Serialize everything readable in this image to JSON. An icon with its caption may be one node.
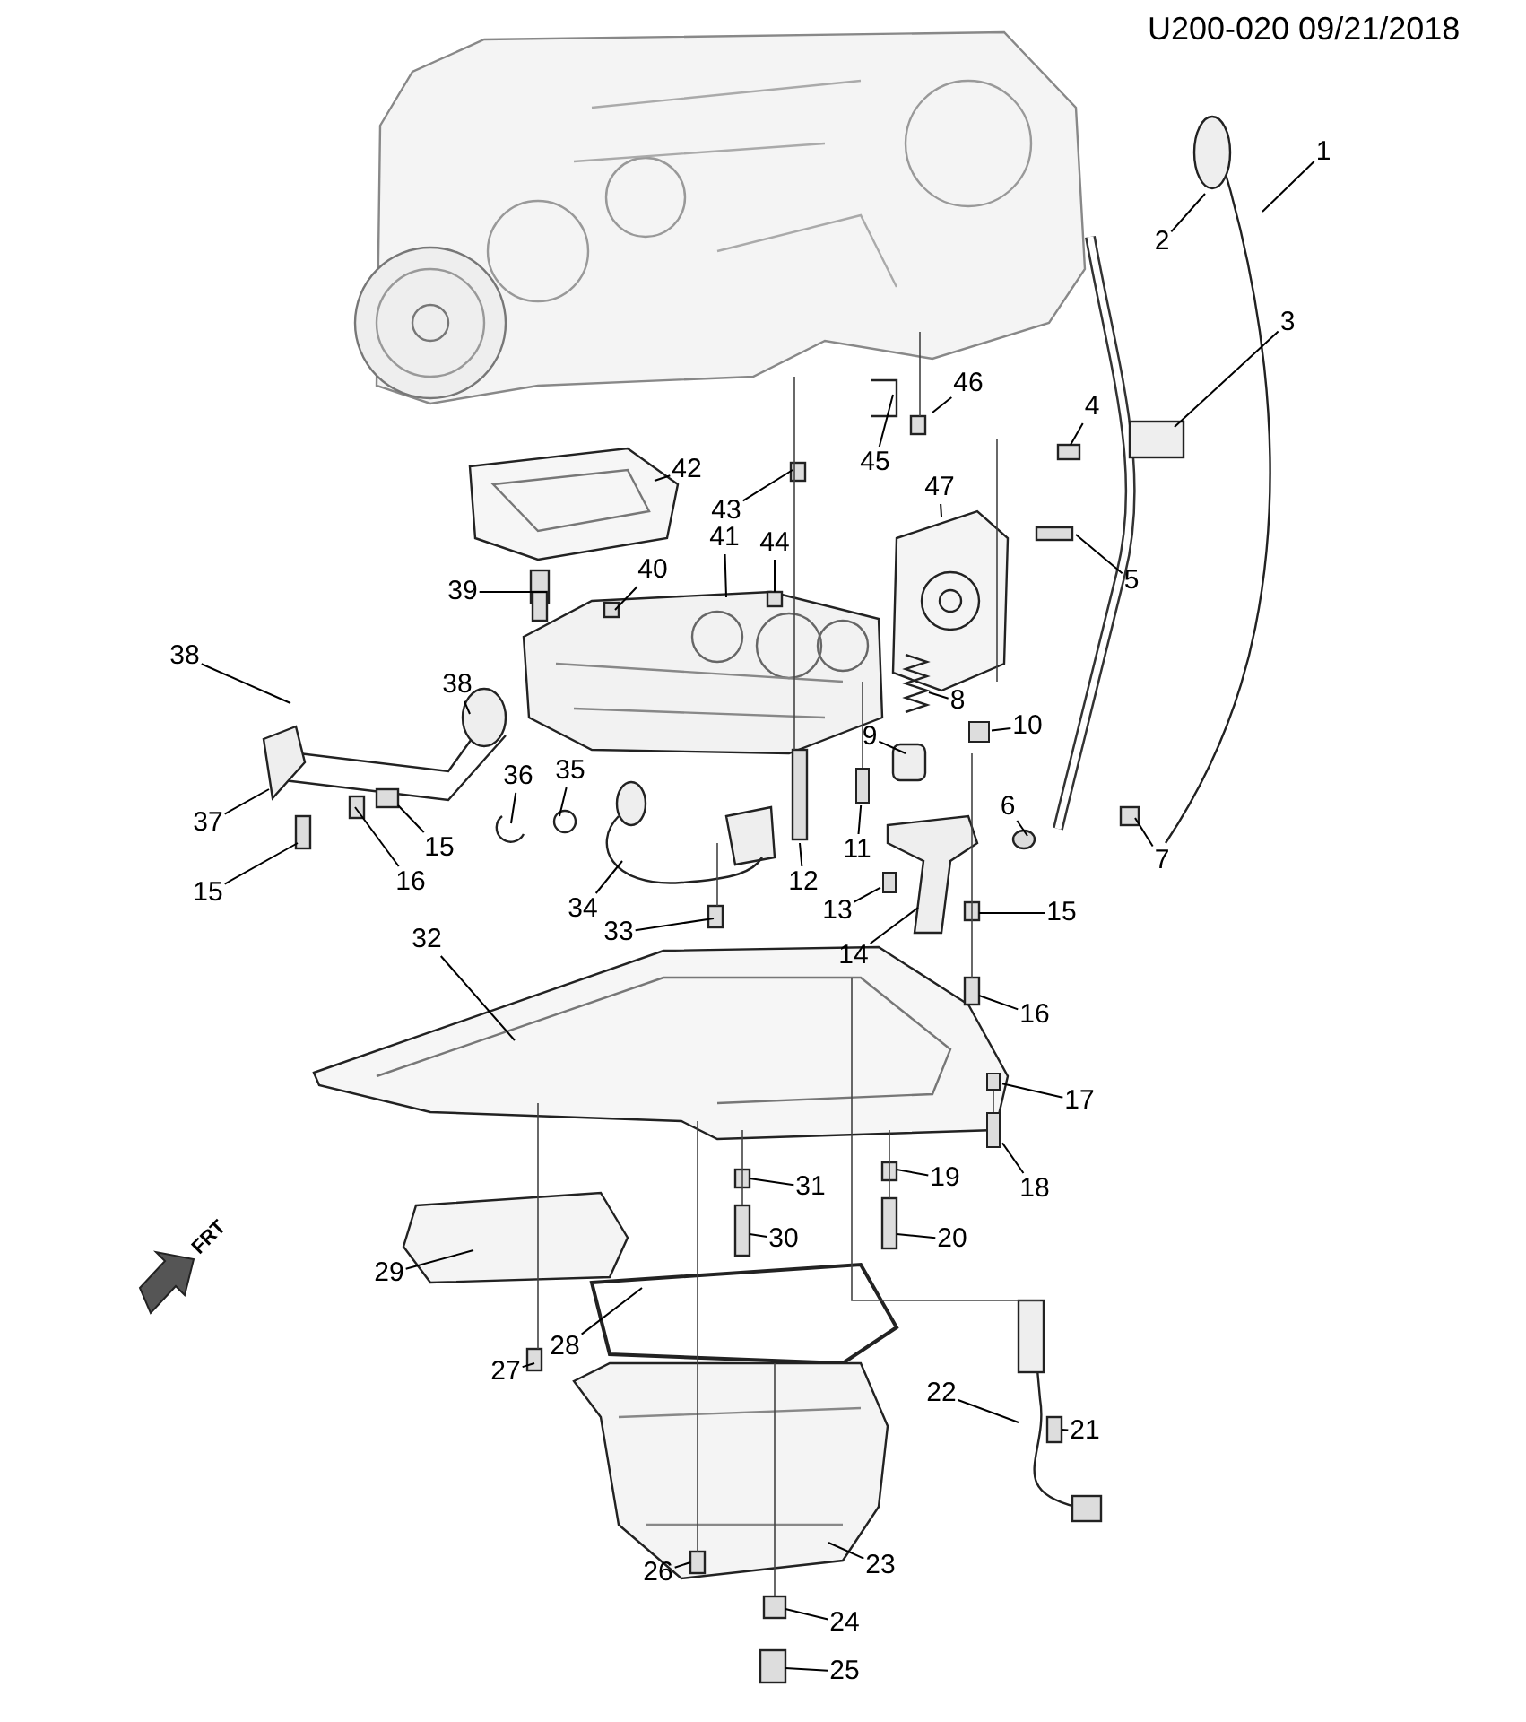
{
  "diagram": {
    "nodes": [
      {
        "text": [
          "1"
        ]
      },
      {
        "text": [
          "2"
        ]
      },
      {
        "text": [
          "3"
        ]
      },
      {
        "text": [
          "4"
        ]
      },
      {
        "text": [
          "5"
        ]
      },
      {
        "text": [
          "6"
        ]
      },
      {
        "text": [
          "7"
        ]
      },
      {
        "text": [
          "8"
        ]
      },
      {
        "text": [
          "9"
        ]
      },
      {
        "text": [
          "10"
        ]
      },
      {
        "text": [
          "11"
        ]
      },
      {
        "text": [
          "12"
        ]
      },
      {
        "text": [
          "13"
        ]
      },
      {
        "text": [
          "14"
        ]
      },
      {
        "text": [
          "15"
        ]
      },
      {
        "text": [
          "16"
        ]
      },
      {
        "text": [
          "17"
        ]
      },
      {
        "text": [
          "18"
        ]
      },
      {
        "text": [
          "19"
        ]
      },
      {
        "text": [
          "20"
        ]
      },
      {
        "text": [
          "21"
        ]
      },
      {
        "text": [
          "22"
        ]
      },
      {
        "text": [
          "23"
        ]
      },
      {
        "text": [
          "24"
        ]
      },
      {
        "text": [
          "25"
        ]
      },
      {
        "text": [
          "26"
        ]
      },
      {
        "text": [
          "27"
        ]
      },
      {
        "text": [
          "28"
        ]
      },
      {
        "text": [
          "29"
        ]
      },
      {
        "text": [
          "30"
        ]
      },
      {
        "text": [
          "31"
        ]
      },
      {
        "text": [
          "32"
        ]
      },
      {
        "text": [
          "33"
        ]
      },
      {
        "text": [
          "34"
        ]
      },
      {
        "text": [
          "35"
        ]
      },
      {
        "text": [
          "36"
        ]
      },
      {
        "text": [
          "37"
        ]
      },
      {
        "text": [
          "38"
        ]
      },
      {
        "text": [
          "38"
        ]
      },
      {
        "text": [
          "39"
        ]
      },
      {
        "text": [
          "40"
        ]
      },
      {
        "text": [
          "41"
        ]
      },
      {
        "text": [
          "42"
        ]
      },
      {
        "text": [
          "43"
        ]
      },
      {
        "text": [
          "44"
        ]
      },
      {
        "text": [
          "45"
        ]
      },
      {
        "text": [
          "46"
        ]
      },
      {
        "text": [
          "47"
        ]
      },
      {
        "text": [
          "15"
        ]
      },
      {
        "text": [
          "15"
        ]
      },
      {
        "text": [
          "16"
        ]
      },
      {
        "text": [],
        "shape": "box"
      },
      {
        "text": [],
        "shape": "box"
      },
      {
        "text": [],
        "shape": "box"
      },
      {
        "text": [],
        "shape": "box"
      },
      {
        "text": [],
        "shape": "box"
      }
    ],
    "edges": [
      {
        "from": 0,
        "to": null,
        "arrow": "none"
      },
      {
        "from": 1,
        "to": null,
        "arrow": "none"
      },
      {
        "from": 2,
        "to": null,
        "arrow": "none"
      },
      {
        "from": 3,
        "to": null,
        "arrow": "none"
      },
      {
        "from": 4,
        "to": null,
        "arrow": "none"
      },
      {
        "from": 5,
        "to": null,
        "arrow": "none"
      },
      {
        "from": 6,
        "to": null,
        "arrow": "none"
      },
      {
        "from": 7,
        "to": null,
        "arrow": "none"
      },
      {
        "from": 8,
        "to": null,
        "arrow": "none"
      },
      {
        "from": 9,
        "to": 51,
        "arrow": "none"
      },
      {
        "from": 10,
        "to": 52,
        "arrow": "none"
      },
      {
        "from": 11,
        "to": null,
        "arrow": "none"
      },
      {
        "from": 12,
        "to": 53,
        "arrow": "none"
      },
      {
        "from": 13,
        "to": null,
        "arrow": "none"
      },
      {
        "from": 14,
        "to": null,
        "arrow": "none"
      },
      {
        "from": 15,
        "to": null,
        "arrow": "none"
      },
      {
        "from": 16,
        "to": 55,
        "arrow": "none"
      },
      {
        "from": 17,
        "to": 54,
        "arrow": "none"
      },
      {
        "from": 18,
        "to": null,
        "arrow": "none"
      },
      {
        "from": 19,
        "to": null,
        "arrow": "none"
      },
      {
        "from": 20,
        "to": null,
        "arrow": "none"
      },
      {
        "from": 21,
        "to": null,
        "arrow": "none"
      },
      {
        "from": 22,
        "to": null,
        "arrow": "none"
      },
      {
        "from": 23,
        "to": null,
        "arrow": "none"
      },
      {
        "from": 24,
        "to": null,
        "arrow": "none"
      },
      {
        "from": 25,
        "to": null,
        "arrow": "none"
      },
      {
        "from": 26,
        "to": null,
        "arrow": "none"
      },
      {
        "from": 27,
        "to": null,
        "arrow": "none"
      },
      {
        "from": 28,
        "to": null,
        "arrow": "none"
      },
      {
        "from": 29,
        "to": null,
        "arrow": "none"
      },
      {
        "from": 30,
        "to": null,
        "arrow": "none"
      },
      {
        "from": 31,
        "to": null,
        "arrow": "none"
      },
      {
        "from": 32,
        "to": null,
        "arrow": "none"
      },
      {
        "from": 33,
        "to": null,
        "arrow": "none"
      },
      {
        "from": 34,
        "to": null,
        "arrow": "none"
      },
      {
        "from": 35,
        "to": null,
        "arrow": "none"
      },
      {
        "from": 36,
        "to": null,
        "arrow": "none"
      },
      {
        "from": 37,
        "to": null,
        "arrow": "none"
      },
      {
        "from": 38,
        "to": null,
        "arrow": "none"
      },
      {
        "from": 39,
        "to": null,
        "arrow": "none"
      },
      {
        "from": 40,
        "to": null,
        "arrow": "none"
      },
      {
        "from": 41,
        "to": null,
        "arrow": "none"
      },
      {
        "from": 42,
        "to": null,
        "arrow": "none"
      },
      {
        "from": 43,
        "to": null,
        "arrow": "none"
      },
      {
        "from": 44,
        "to": null,
        "arrow": "none"
      },
      {
        "from": 45,
        "to": null,
        "arrow": "none"
      },
      {
        "from": 46,
        "to": null,
        "arrow": "none"
      },
      {
        "from": 47,
        "to": null,
        "arrow": "none"
      },
      {
        "from": 48,
        "to": null,
        "arrow": "none"
      },
      {
        "from": 49,
        "to": null,
        "arrow": "none"
      },
      {
        "from": 50,
        "to": null,
        "arrow": "none"
      }
    ],
    "labels": [
      "U200-020 09/21/2018",
      "FRT"
    ]
  }
}
